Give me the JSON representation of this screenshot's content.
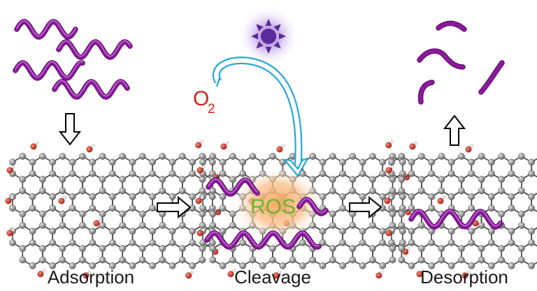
{
  "stages": [
    {
      "id": "adsorption",
      "label": "Adsorption"
    },
    {
      "id": "cleavage",
      "label": "Cleavage"
    },
    {
      "id": "desorption",
      "label": "Desorption"
    }
  ],
  "oxygen_label": "O",
  "oxygen_subscript": "2",
  "ros_label": "ROS",
  "colors": {
    "dna": "#8a1a9a",
    "carbon": "#7a7a7a",
    "bond": "#444444",
    "oxygen_atom": "#c0392b",
    "light_source": "#5b2a9a",
    "arrow_blue": "#29a8d6",
    "o2_red": "#d0231c",
    "ros_green": "#6bb52c",
    "ros_glow": "#f6a25a"
  },
  "icons": [
    "sun-icon",
    "dna-strand-icon",
    "graphene-oxide-sheet",
    "process-arrow-icon"
  ]
}
